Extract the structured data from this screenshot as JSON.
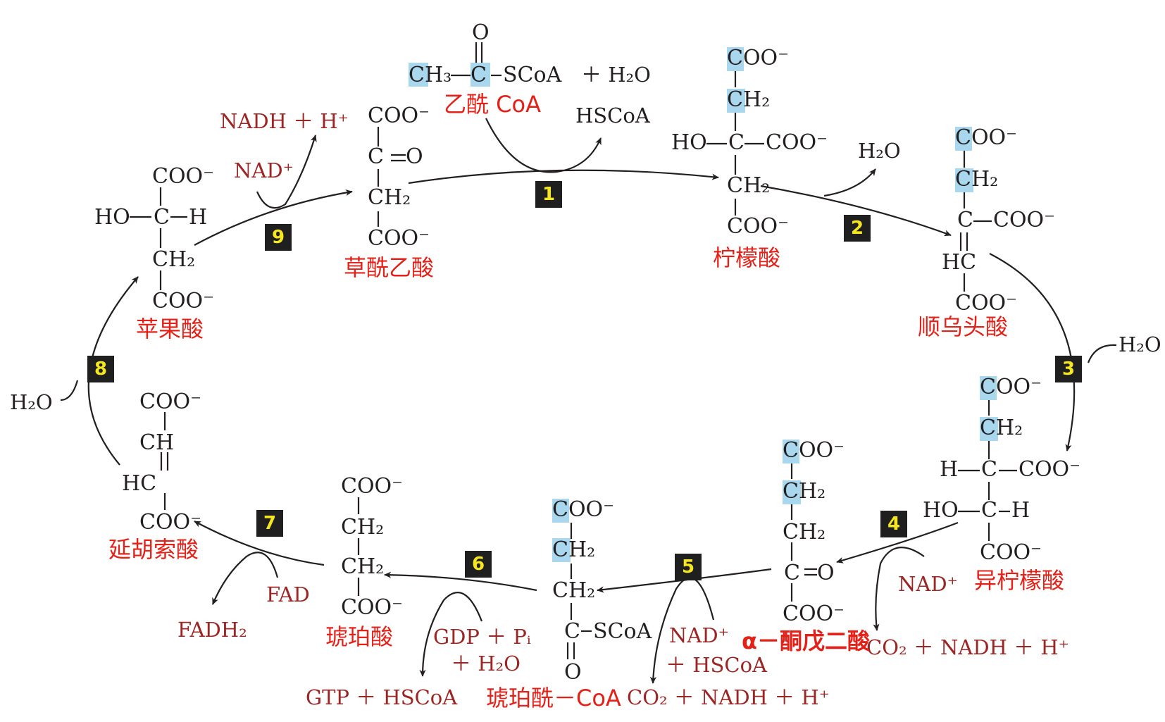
{
  "colors": {
    "compound_name": "#e32119",
    "cofactor": "#9b2626",
    "formula": "#231f20",
    "highlight": "#a9d7ee",
    "badge_bg": "#1f1f1f",
    "badge_fg": "#f5e71f"
  },
  "steps": [
    "1",
    "2",
    "3",
    "4",
    "5",
    "6",
    "7",
    "8",
    "9"
  ],
  "compounds": {
    "acetyl_coa": "乙酰 CoA",
    "oxaloacetate": "草酰乙酸",
    "citrate": "柠檬酸",
    "cis_aconitate": "顺乌头酸",
    "isocitrate": "异柠檬酸",
    "alpha_ketoglutarate": "α－酮戊二酸",
    "succinyl_coa": "琥珀酰－CoA",
    "succinate": "琥珀酸",
    "fumarate": "延胡索酸",
    "malate": "苹果酸"
  },
  "cofactors": {
    "s1_in": "＋ H₂O",
    "s1_out": "HSCoA",
    "s2_out": "H₂O",
    "s3_in": "H₂O",
    "s4_in": "NAD⁺",
    "s4_out": "CO₂ ＋ NADH ＋ H⁺",
    "s5_in_a": "NAD⁺",
    "s5_in_b": "＋ HSCoA",
    "s5_out": "CO₂ ＋ NADH ＋ H⁺",
    "s6_in_a": "GDP ＋ Pᵢ",
    "s6_in_b": "＋ H₂O",
    "s6_out": "GTP ＋ HSCoA",
    "s7_in": "FAD",
    "s7_out": "FADH₂",
    "s8_in": "H₂O",
    "s9_in": "NAD⁺",
    "s9_out": "NADH ＋ H⁺"
  },
  "formula": {
    "coo": "COO⁻",
    "ch2": "CH₂",
    "ch": "CH",
    "hc": "HC",
    "c": "C",
    "h": "H",
    "ho": "HO",
    "o": "O",
    "ch3": "CH₃",
    "scoa": "SCoA",
    "eq_o": "═O"
  }
}
